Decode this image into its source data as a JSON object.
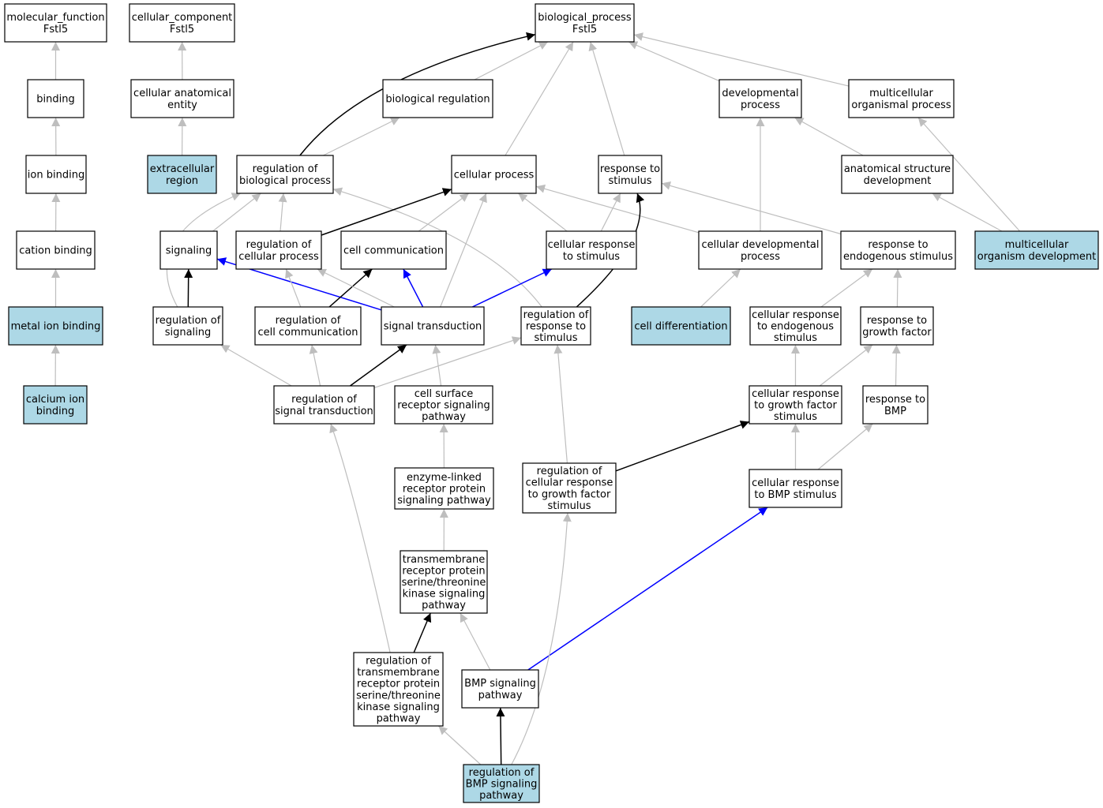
{
  "colors": {
    "highlight_fill": "#add8e6",
    "default_fill": "#ffffff",
    "edge_gray": "#bebebe",
    "edge_black": "#000000",
    "edge_blue": "#0000ff"
  },
  "nodes": [
    {
      "id": "mf",
      "lines": [
        "molecular_function",
        "Fstl5"
      ],
      "highlight": false
    },
    {
      "id": "cc",
      "lines": [
        "cellular_component",
        "Fstl5"
      ],
      "highlight": false
    },
    {
      "id": "bp",
      "lines": [
        "biological_process",
        "Fstl5"
      ],
      "highlight": false
    },
    {
      "id": "binding",
      "lines": [
        "binding"
      ],
      "highlight": false
    },
    {
      "id": "cae",
      "lines": [
        "cellular anatomical",
        "entity"
      ],
      "highlight": false
    },
    {
      "id": "breg",
      "lines": [
        "biological regulation"
      ],
      "highlight": false
    },
    {
      "id": "devproc",
      "lines": [
        "developmental",
        "process"
      ],
      "highlight": false
    },
    {
      "id": "mop",
      "lines": [
        "multicellular",
        "organismal process"
      ],
      "highlight": false
    },
    {
      "id": "ionb",
      "lines": [
        "ion binding"
      ],
      "highlight": false
    },
    {
      "id": "ecr",
      "lines": [
        "extracellular",
        "region"
      ],
      "highlight": true
    },
    {
      "id": "rbp",
      "lines": [
        "regulation of",
        "biological process"
      ],
      "highlight": false
    },
    {
      "id": "cp",
      "lines": [
        "cellular process"
      ],
      "highlight": false
    },
    {
      "id": "rts",
      "lines": [
        "response to",
        "stimulus"
      ],
      "highlight": false
    },
    {
      "id": "asd",
      "lines": [
        "anatomical structure",
        "development"
      ],
      "highlight": false
    },
    {
      "id": "catb",
      "lines": [
        "cation binding"
      ],
      "highlight": false
    },
    {
      "id": "sig",
      "lines": [
        "signaling"
      ],
      "highlight": false
    },
    {
      "id": "rcp",
      "lines": [
        "regulation of",
        "cellular process"
      ],
      "highlight": false
    },
    {
      "id": "cc2",
      "lines": [
        "cell communication"
      ],
      "highlight": false
    },
    {
      "id": "crs",
      "lines": [
        "cellular response",
        "to stimulus"
      ],
      "highlight": false
    },
    {
      "id": "cdp",
      "lines": [
        "cellular developmental",
        "process"
      ],
      "highlight": false
    },
    {
      "id": "res",
      "lines": [
        "response to",
        "endogenous stimulus"
      ],
      "highlight": false
    },
    {
      "id": "mod",
      "lines": [
        "multicellular",
        "organism development"
      ],
      "highlight": true
    },
    {
      "id": "mib",
      "lines": [
        "metal ion binding"
      ],
      "highlight": true
    },
    {
      "id": "rsig",
      "lines": [
        "regulation of",
        "signaling"
      ],
      "highlight": false
    },
    {
      "id": "rcc",
      "lines": [
        "regulation of",
        "cell communication"
      ],
      "highlight": false
    },
    {
      "id": "st",
      "lines": [
        "signal transduction"
      ],
      "highlight": false
    },
    {
      "id": "rrs",
      "lines": [
        "regulation of",
        "response to",
        "stimulus"
      ],
      "highlight": false
    },
    {
      "id": "cd",
      "lines": [
        "cell differentiation"
      ],
      "highlight": true
    },
    {
      "id": "cres",
      "lines": [
        "cellular response",
        "to endogenous",
        "stimulus"
      ],
      "highlight": false
    },
    {
      "id": "rgf",
      "lines": [
        "response to",
        "growth factor"
      ],
      "highlight": false
    },
    {
      "id": "cib",
      "lines": [
        "calcium ion",
        "binding"
      ],
      "highlight": true
    },
    {
      "id": "rst",
      "lines": [
        "regulation of",
        "signal transduction"
      ],
      "highlight": false
    },
    {
      "id": "csrsp",
      "lines": [
        "cell surface",
        "receptor signaling",
        "pathway"
      ],
      "highlight": false
    },
    {
      "id": "crgf",
      "lines": [
        "cellular response",
        "to growth factor",
        "stimulus"
      ],
      "highlight": false
    },
    {
      "id": "rbmp",
      "lines": [
        "response to",
        "BMP"
      ],
      "highlight": false
    },
    {
      "id": "elrp",
      "lines": [
        "enzyme-linked",
        "receptor protein",
        "signaling pathway"
      ],
      "highlight": false
    },
    {
      "id": "rcrgf",
      "lines": [
        "regulation of",
        "cellular response",
        "to growth factor",
        "stimulus"
      ],
      "highlight": false
    },
    {
      "id": "crbmp",
      "lines": [
        "cellular response",
        "to BMP stimulus"
      ],
      "highlight": false
    },
    {
      "id": "trp",
      "lines": [
        "transmembrane",
        "receptor protein",
        "serine/threonine",
        "kinase signaling",
        "pathway"
      ],
      "highlight": false
    },
    {
      "id": "rtrp",
      "lines": [
        "regulation of",
        "transmembrane",
        "receptor protein",
        "serine/threonine",
        "kinase signaling",
        "pathway"
      ],
      "highlight": false
    },
    {
      "id": "bmpsp",
      "lines": [
        "BMP signaling",
        "pathway"
      ],
      "highlight": false
    },
    {
      "id": "rbmpsp",
      "lines": [
        "regulation of",
        "BMP signaling",
        "pathway"
      ],
      "highlight": true
    }
  ],
  "edges": [
    {
      "from": "binding",
      "to": "mf",
      "color": "gray"
    },
    {
      "from": "ionb",
      "to": "binding",
      "color": "gray"
    },
    {
      "from": "catb",
      "to": "ionb",
      "color": "gray"
    },
    {
      "from": "mib",
      "to": "catb",
      "color": "gray"
    },
    {
      "from": "cib",
      "to": "mib",
      "color": "gray"
    },
    {
      "from": "cae",
      "to": "cc",
      "color": "gray"
    },
    {
      "from": "ecr",
      "to": "cae",
      "color": "gray"
    },
    {
      "from": "breg",
      "to": "bp",
      "color": "gray"
    },
    {
      "from": "cp",
      "to": "bp",
      "color": "gray"
    },
    {
      "from": "rts",
      "to": "bp",
      "color": "gray"
    },
    {
      "from": "devproc",
      "to": "bp",
      "color": "gray"
    },
    {
      "from": "mop",
      "to": "bp",
      "color": "gray"
    },
    {
      "from": "rbp",
      "to": "bp",
      "color": "black"
    },
    {
      "from": "rbp",
      "to": "breg",
      "color": "gray"
    },
    {
      "from": "asd",
      "to": "devproc",
      "color": "gray"
    },
    {
      "from": "cdp",
      "to": "devproc",
      "color": "gray"
    },
    {
      "from": "mod",
      "to": "mop",
      "color": "gray"
    },
    {
      "from": "mod",
      "to": "asd",
      "color": "gray"
    },
    {
      "from": "sig",
      "to": "rbp",
      "color": "gray"
    },
    {
      "from": "rcp",
      "to": "rbp",
      "color": "gray"
    },
    {
      "from": "rsig",
      "to": "rbp",
      "color": "gray"
    },
    {
      "from": "rrs",
      "to": "rbp",
      "color": "gray"
    },
    {
      "from": "rcp",
      "to": "cp",
      "color": "black"
    },
    {
      "from": "cc2",
      "to": "cp",
      "color": "gray"
    },
    {
      "from": "st",
      "to": "cp",
      "color": "gray"
    },
    {
      "from": "crs",
      "to": "cp",
      "color": "gray"
    },
    {
      "from": "cdp",
      "to": "cp",
      "color": "gray"
    },
    {
      "from": "crs",
      "to": "rts",
      "color": "gray"
    },
    {
      "from": "res",
      "to": "rts",
      "color": "gray"
    },
    {
      "from": "rrs",
      "to": "rts",
      "color": "black"
    },
    {
      "from": "rsig",
      "to": "sig",
      "color": "black"
    },
    {
      "from": "st",
      "to": "sig",
      "color": "blue"
    },
    {
      "from": "st",
      "to": "cc2",
      "color": "blue"
    },
    {
      "from": "st",
      "to": "crs",
      "color": "blue"
    },
    {
      "from": "rcc",
      "to": "cc2",
      "color": "black"
    },
    {
      "from": "rcc",
      "to": "rcp",
      "color": "gray"
    },
    {
      "from": "st",
      "to": "rcp",
      "color": "gray"
    },
    {
      "from": "cd",
      "to": "cdp",
      "color": "gray"
    },
    {
      "from": "cres",
      "to": "res",
      "color": "gray"
    },
    {
      "from": "rgf",
      "to": "res",
      "color": "gray"
    },
    {
      "from": "rst",
      "to": "rsig",
      "color": "gray"
    },
    {
      "from": "rst",
      "to": "rcc",
      "color": "gray"
    },
    {
      "from": "rst",
      "to": "st",
      "color": "black"
    },
    {
      "from": "rst",
      "to": "rrs",
      "color": "gray"
    },
    {
      "from": "csrsp",
      "to": "st",
      "color": "gray"
    },
    {
      "from": "crgf",
      "to": "cres",
      "color": "gray"
    },
    {
      "from": "crgf",
      "to": "rgf",
      "color": "gray"
    },
    {
      "from": "rbmp",
      "to": "rgf",
      "color": "gray"
    },
    {
      "from": "elrp",
      "to": "csrsp",
      "color": "gray"
    },
    {
      "from": "rcrgf",
      "to": "crgf",
      "color": "black"
    },
    {
      "from": "rcrgf",
      "to": "rrs",
      "color": "gray"
    },
    {
      "from": "crbmp",
      "to": "crgf",
      "color": "gray"
    },
    {
      "from": "crbmp",
      "to": "rbmp",
      "color": "gray"
    },
    {
      "from": "trp",
      "to": "elrp",
      "color": "gray"
    },
    {
      "from": "rtrp",
      "to": "trp",
      "color": "black"
    },
    {
      "from": "rtrp",
      "to": "rst",
      "color": "gray"
    },
    {
      "from": "bmpsp",
      "to": "trp",
      "color": "gray"
    },
    {
      "from": "bmpsp",
      "to": "crbmp",
      "color": "blue"
    },
    {
      "from": "rbmpsp",
      "to": "bmpsp",
      "color": "black"
    },
    {
      "from": "rbmpsp",
      "to": "rtrp",
      "color": "gray"
    },
    {
      "from": "rbmpsp",
      "to": "rcrgf",
      "color": "gray"
    }
  ]
}
